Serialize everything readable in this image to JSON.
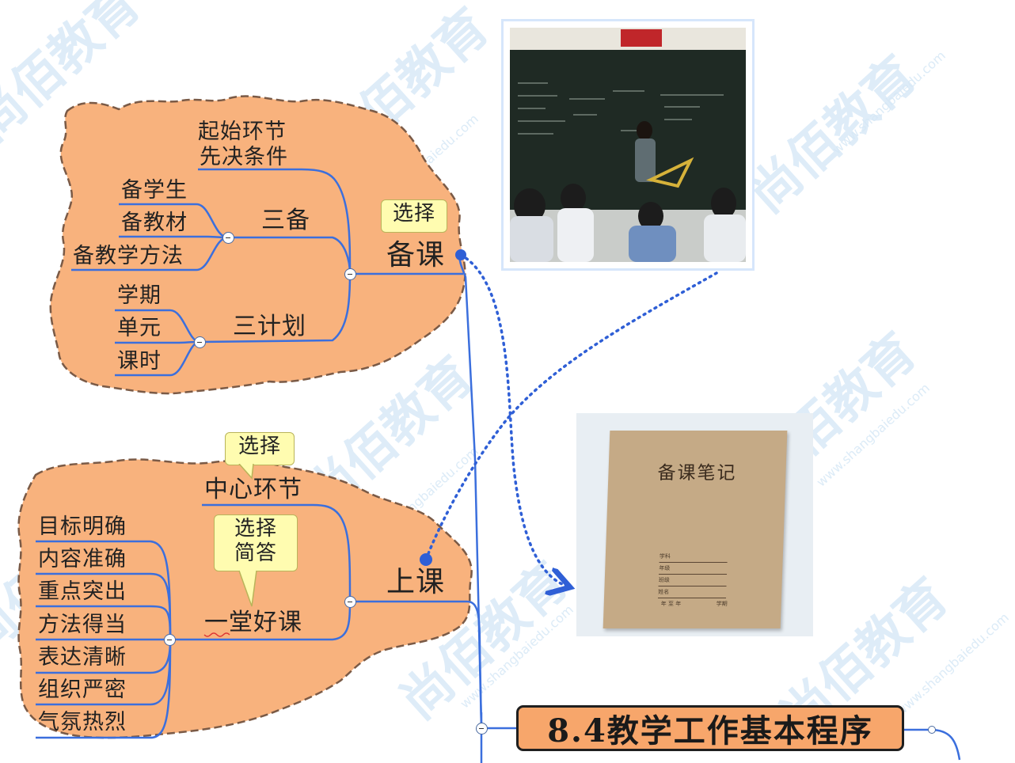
{
  "title": "8.4教学工作基本程序",
  "watermark": {
    "brand": "尚佰教育",
    "url": "www.shangbaiedu.com"
  },
  "branches": {
    "beike": {
      "label": "备课",
      "callout": "选择",
      "children": {
        "qishi": {
          "line1": "起始环节",
          "line2": "先决条件"
        },
        "sanbei": {
          "label": "三备",
          "items": [
            "备学生",
            "备教材",
            "备教学方法"
          ]
        },
        "sanjihua": {
          "label": "三计划",
          "items": [
            "学期",
            "单元",
            "课时"
          ]
        }
      }
    },
    "shangke": {
      "label": "上课",
      "children": {
        "zhongxin": {
          "label": "中心环节",
          "callout": "选择"
        },
        "haoke": {
          "label": "一堂好课",
          "callout_lines": [
            "选择",
            "简答"
          ],
          "items": [
            "目标明确",
            "内容准确",
            "重点突出",
            "方法得当",
            "表达清晰",
            "组织严密",
            "气氛热烈"
          ]
        }
      }
    }
  },
  "notebook_cover": {
    "title": "备课笔记",
    "fields": [
      "学科",
      "年级",
      "班级",
      "姓名"
    ],
    "footer_left": "年 至 年",
    "footer_right": "学期"
  },
  "colors": {
    "cloud_fill": "#f8b27d",
    "cloud_border": "#7a5a46",
    "line": "#3b6fdd",
    "dotted": "#2f5fd6",
    "callout": "#fffcb0",
    "title_fill": "#f7a66b"
  }
}
